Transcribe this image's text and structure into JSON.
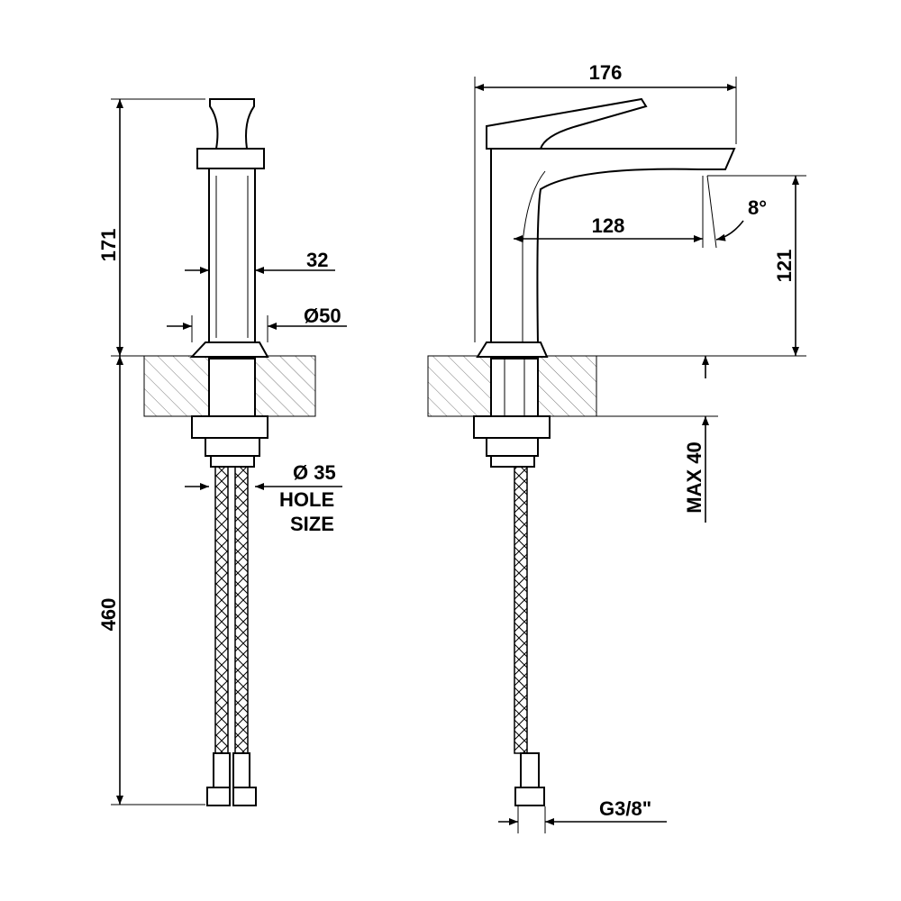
{
  "dimensions": {
    "overall_width": "176",
    "spout_height_total": "171",
    "body_width": "32",
    "base_diameter": "Ø50",
    "spout_reach": "128",
    "spout_angle": "8°",
    "spout_height": "121",
    "hose_length": "460",
    "hole_diameter": "Ø 35",
    "hole_label_1": "HOLE",
    "hole_label_2": "SIZE",
    "max_thickness": "MAX 40",
    "connection": "G3/8\""
  },
  "colors": {
    "line": "#000000",
    "background": "#ffffff"
  }
}
